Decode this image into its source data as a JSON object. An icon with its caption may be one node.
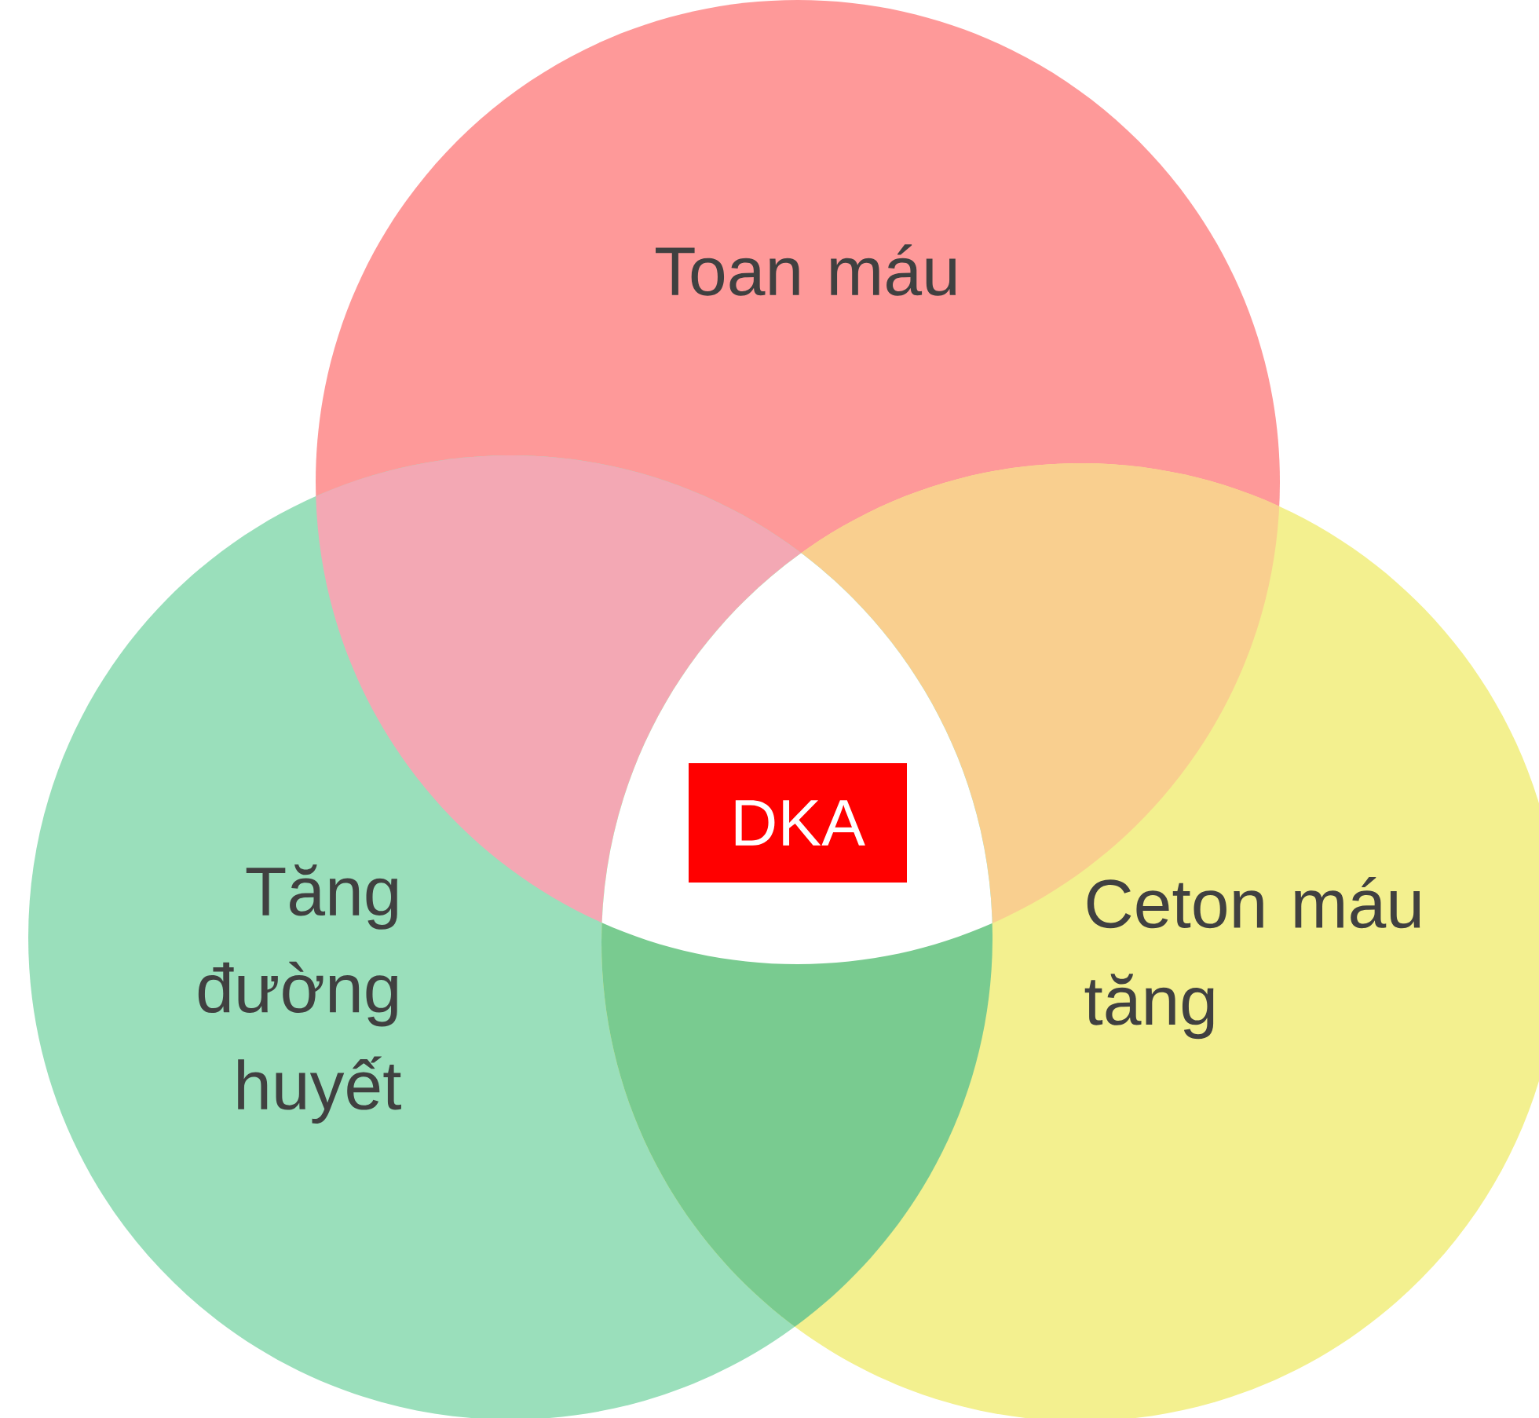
{
  "diagram": {
    "nodes": [
      {
        "text": [
          "Toan máu"
        ]
      },
      {
        "text": [
          "Tăng đường huyết"
        ]
      },
      {
        "text": [
          "Ceton máu tăng"
        ]
      },
      {
        "text": [
          "DKA"
        ]
      }
    ]
  }
}
